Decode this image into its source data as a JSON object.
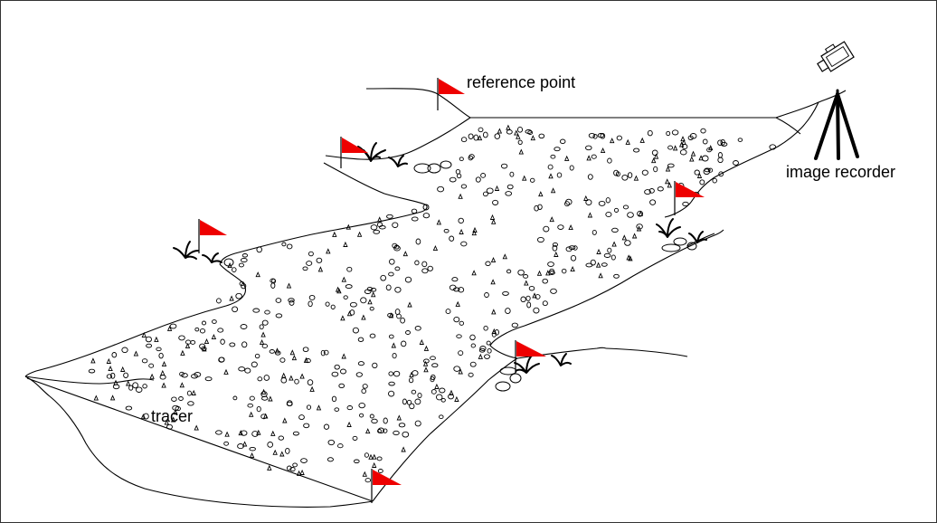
{
  "labels": {
    "reference_point": "reference point",
    "image_recorder": "image recorder",
    "tracer": "tracer"
  },
  "colors": {
    "flag": "#ee0000",
    "line": "#000000",
    "background": "#ffffff"
  },
  "icons": [
    "flag-icon",
    "camera-icon",
    "tripod-icon",
    "grass-tuft-icon",
    "boulder-icon"
  ]
}
